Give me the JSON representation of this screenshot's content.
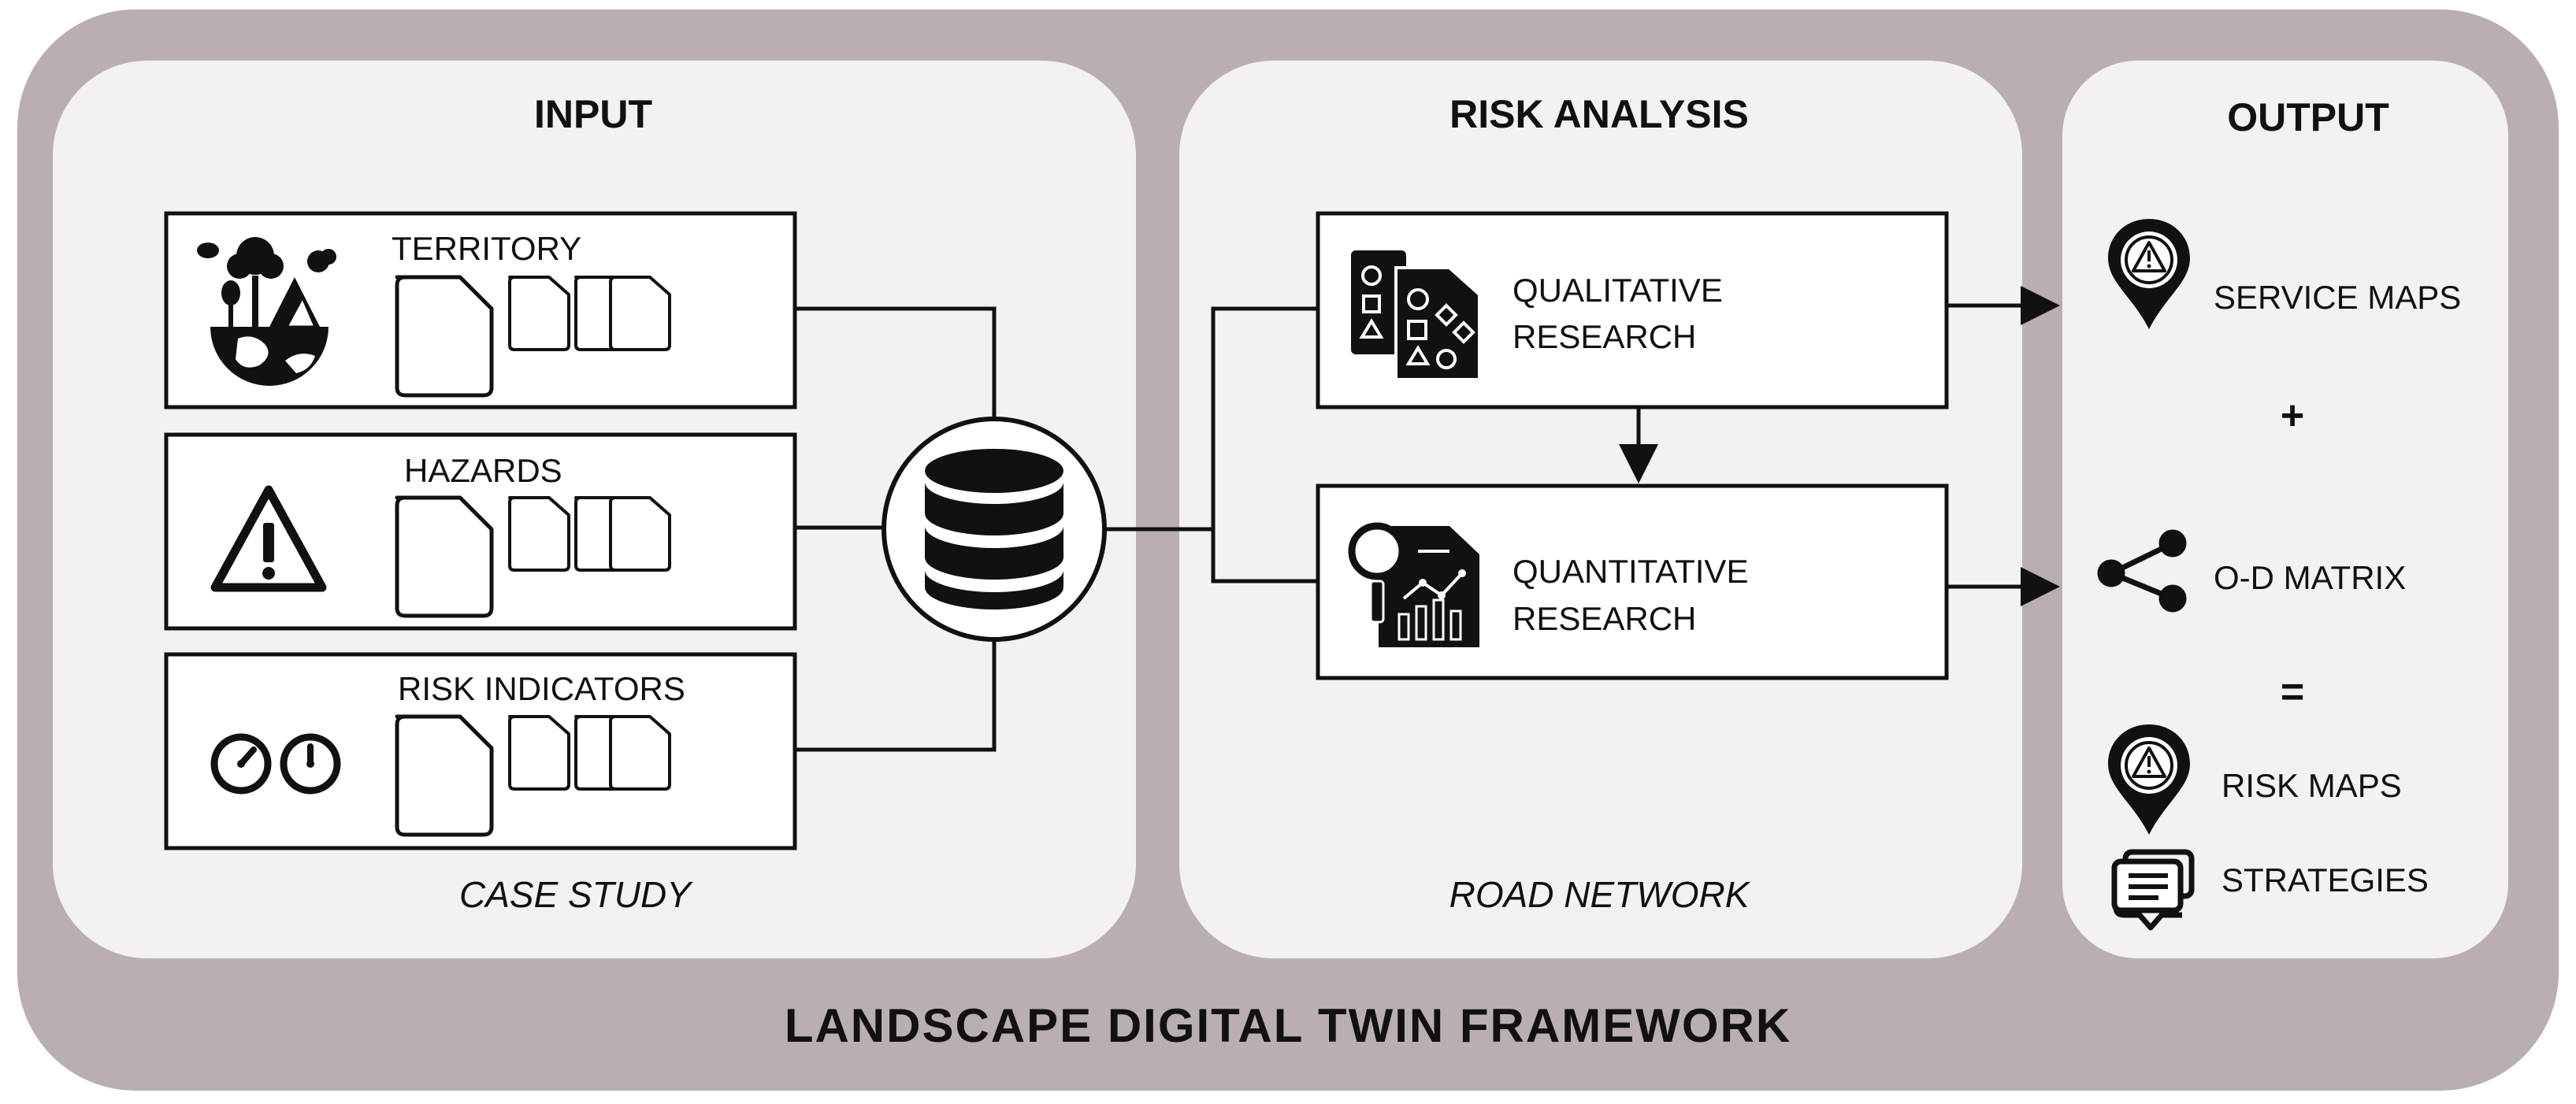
{
  "framework": {
    "title": "LANDSCAPE DIGITAL TWIN FRAMEWORK"
  },
  "colors": {
    "outer": "#b9afb1",
    "panel": "#f3f1f1",
    "box": "#ffffff",
    "ink": "#111111"
  },
  "input": {
    "title": "INPUT",
    "caption": "CASE STUDY",
    "items": [
      {
        "label": "TERRITORY",
        "icon": "territory-globe-icon"
      },
      {
        "label": "HAZARDS",
        "icon": "warning-triangle-icon"
      },
      {
        "label": "RISK INDICATORS",
        "icon": "gauge-icon"
      }
    ],
    "hub_icon": "database-icon"
  },
  "risk_analysis": {
    "title": "RISK ANALYSIS",
    "caption": "ROAD NETWORK",
    "qualitative": {
      "line1": "QUALITATIVE",
      "line2": "RESEARCH",
      "icon": "shapes-documents-icon"
    },
    "quantitative": {
      "line1": "QUANTITATIVE",
      "line2": "RESEARCH",
      "icon": "magnifier-chart-icon"
    }
  },
  "output": {
    "title": "OUTPUT",
    "service_maps": "SERVICE MAPS",
    "plus": "+",
    "od_matrix": "O-D MATRIX",
    "equals": "=",
    "risk_maps": "RISK MAPS",
    "strategies": "STRATEGIES"
  }
}
